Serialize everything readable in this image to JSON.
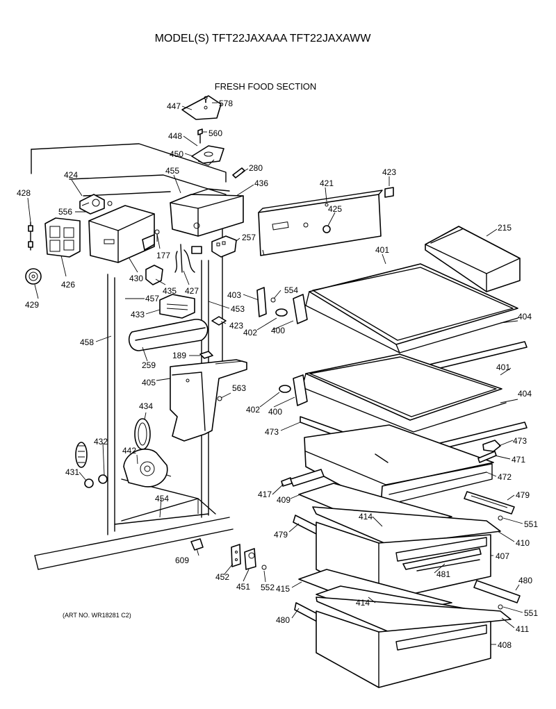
{
  "header": {
    "model_line": "MODEL(S) TFT22JAXAAA  TFT22JAXAWW",
    "section_title": "FRESH FOOD SECTION"
  },
  "footer": {
    "art_no": "(ART NO. WR18281 C2)"
  },
  "part_labels": {
    "p578": "578",
    "p447": "447",
    "p448": "448",
    "p560": "560",
    "p450": "450",
    "p280": "280",
    "p424": "424",
    "p455": "455",
    "p436": "436",
    "p421": "421",
    "p423a": "423",
    "p428": "428",
    "p425": "425",
    "p556": "556",
    "p215": "215",
    "p257": "257",
    "p401a": "401",
    "p177": "177",
    "p426": "426",
    "p430": "430",
    "p435": "435",
    "p427": "427",
    "p403": "403",
    "p554": "554",
    "p429": "429",
    "p457": "457",
    "p453": "453",
    "p433": "433",
    "p423b": "423",
    "p402a": "402",
    "p400a": "400",
    "p404a": "404",
    "p458": "458",
    "p259": "259",
    "p189": "189",
    "p405": "405",
    "p563": "563",
    "p401b": "401",
    "p402b": "402",
    "p400b": "400",
    "p404b": "404",
    "p434": "434",
    "p473a": "473",
    "p473b": "473",
    "p432": "432",
    "p442": "442",
    "p471": "471",
    "p431": "431",
    "p472": "472",
    "p417": "417",
    "p409": "409",
    "p479a": "479",
    "p454": "454",
    "p414a": "414",
    "p551a": "551",
    "p479b": "479",
    "p410": "410",
    "p609": "609",
    "p407": "407",
    "p481": "481",
    "p452": "452",
    "p451": "451",
    "p552": "552",
    "p415": "415",
    "p480a": "480",
    "p414b": "414",
    "p551b": "551",
    "p480b": "480",
    "p411": "411",
    "p408": "408"
  }
}
